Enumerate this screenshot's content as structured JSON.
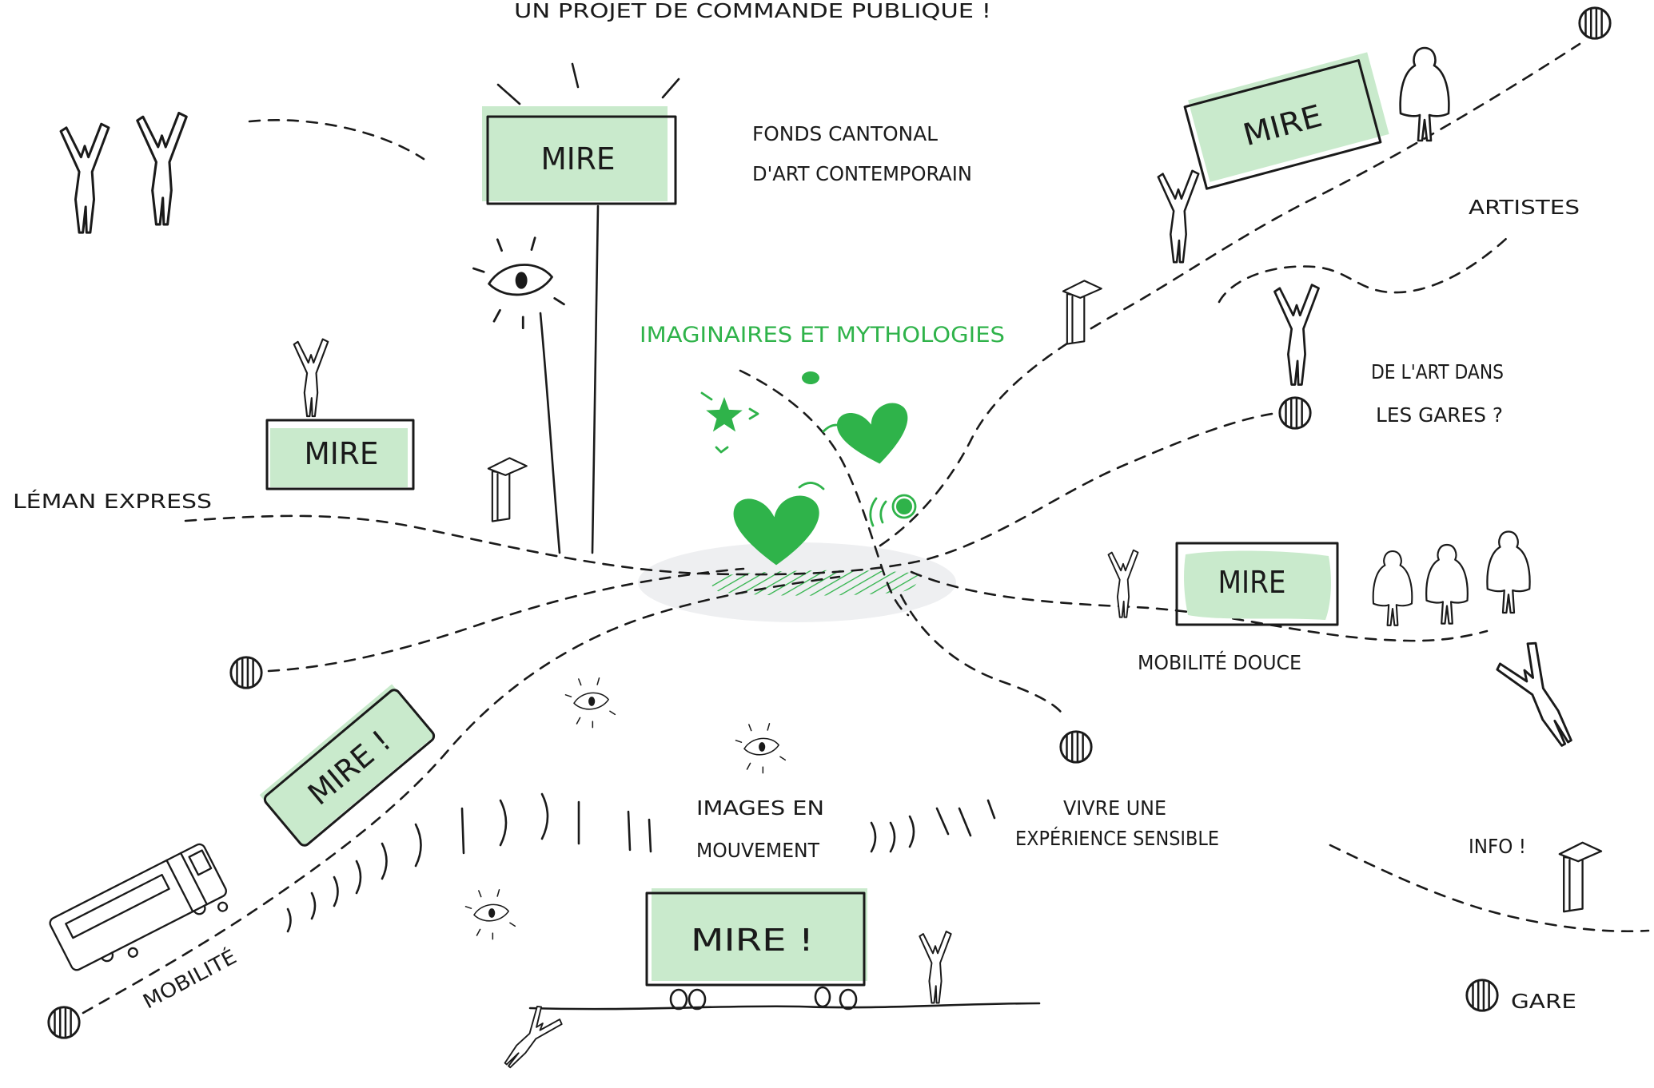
{
  "title": "UN PROJET DE COMMANDE PUBLIQUE !",
  "labels": {
    "fonds_line1": "FONDS CANTONAL",
    "fonds_line2": "D'ART CONTEMPORAIN",
    "artistes": "ARTISTES",
    "imaginaires": "IMAGINAIRES ET MYTHOLOGIES",
    "art_gares_line1": "DE L'ART DANS",
    "art_gares_line2": "LES GARES ?",
    "leman_express": "LÉMAN EXPRESS",
    "mobilite_douce": "MOBILITÉ DOUCE",
    "images_line1": "IMAGES EN",
    "images_line2": "MOUVEMENT",
    "vivre_line1": "VIVRE UNE",
    "vivre_line2": "EXPÉRIENCE SENSIBLE",
    "info": "INFO !",
    "mobilite": "MOBILITÉ"
  },
  "mire_boxes": {
    "top_center": "MIRE",
    "top_right": "MIRE",
    "left": "MIRE",
    "right": "MIRE",
    "tilted": "MIRE !",
    "truck": "MIRE !"
  },
  "legend": {
    "gare_label": "GARE",
    "gare_icon": "station-icon"
  },
  "icons": [
    "station-icon",
    "eye-icon",
    "info-kiosk-icon",
    "person-icon",
    "bus-icon",
    "heart-icon",
    "star-icon"
  ],
  "colors": {
    "ink": "#1a1a1a",
    "box_fill": "#c9eacc",
    "accent_green": "#2fb34a",
    "halo_gray": "#eeeff1",
    "background": "#ffffff"
  }
}
